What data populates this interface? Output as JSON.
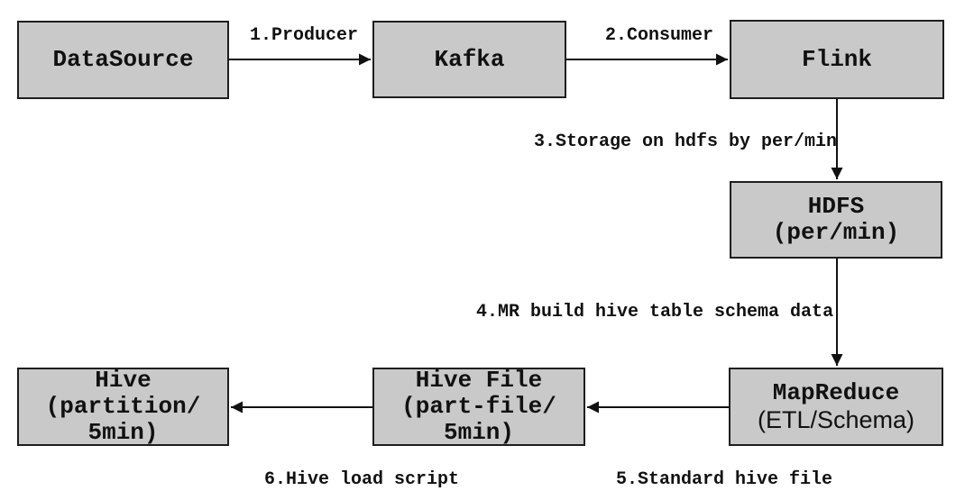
{
  "diagram": {
    "colors": {
      "background": "#ffffff",
      "node_fill": "#c9c9c9",
      "node_border": "#1e1e1e",
      "text": "#111111"
    },
    "nodes": [
      {
        "id": "datasource",
        "lines": [
          "DataSource"
        ]
      },
      {
        "id": "kafka",
        "lines": [
          "Kafka"
        ]
      },
      {
        "id": "flink",
        "lines": [
          "Flink"
        ]
      },
      {
        "id": "hdfs",
        "lines": [
          "HDFS",
          "(per/min)"
        ]
      },
      {
        "id": "mapreduce",
        "lines": [
          "MapReduce",
          "(ETL/Schema)"
        ]
      },
      {
        "id": "hivefile",
        "lines": [
          "Hive File",
          "(part-file/",
          "5min)"
        ]
      },
      {
        "id": "hive",
        "lines": [
          "Hive",
          "(partition/",
          "5min)"
        ]
      }
    ],
    "edges": [
      {
        "step": 1,
        "label": "1.Producer",
        "from": "DataSource",
        "to": "Kafka"
      },
      {
        "step": 2,
        "label": "2.Consumer",
        "from": "Kafka",
        "to": "Flink"
      },
      {
        "step": 3,
        "label": "3.Storage on hdfs by per/min",
        "from": "Flink",
        "to": "HDFS (per/min)"
      },
      {
        "step": 4,
        "label": "4.MR build hive table schema data",
        "from": "HDFS (per/min)",
        "to": "MapReduce (ETL/Schema)"
      },
      {
        "step": 5,
        "label": "5.Standard hive file",
        "from": "MapReduce (ETL/Schema)",
        "to": "Hive File (part-file/ 5min)"
      },
      {
        "step": 6,
        "label": "6.Hive load script",
        "from": "Hive File (part-file/ 5min)",
        "to": "Hive (partition/ 5min)"
      }
    ]
  }
}
